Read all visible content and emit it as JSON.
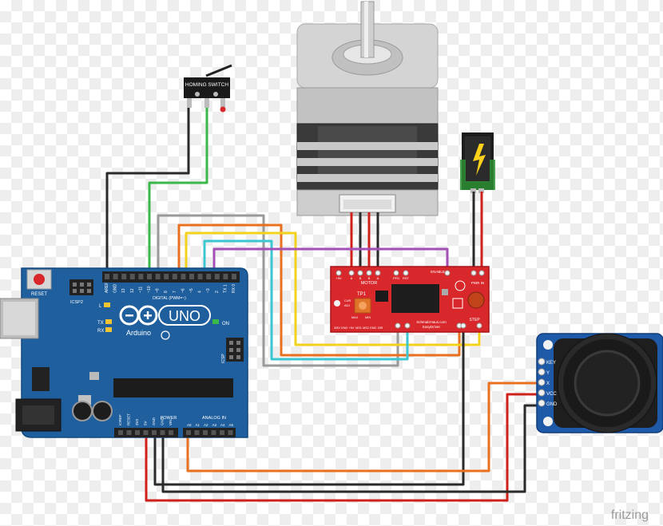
{
  "homing_switch": {
    "label": "HOMING SWITCH"
  },
  "arduino": {
    "brand": "Arduino",
    "model": "UNO",
    "reset_label": "RESET",
    "icsp2_label": "ICSP2",
    "icsp_label": "ICSP",
    "l_label": "L",
    "tx_label": "TX",
    "rx_label": "RX",
    "on_label": "ON",
    "digital_label": "DIGITAL (PWM=~)",
    "power_label": "POWER",
    "analog_label": "ANALOG IN",
    "digital_pins": [
      "AREF",
      "GND",
      "13",
      "12",
      "~11",
      "~10",
      "~9",
      "8",
      "7",
      "~6",
      "~5",
      "4",
      "~3",
      "2",
      "TX 1",
      "RX 0"
    ],
    "power_pins": [
      "IOREF",
      "RESET",
      "3V3",
      "5V",
      "GND",
      "GND",
      "VIN"
    ],
    "analog_pins": [
      "A0",
      "A1",
      "A2",
      "A3",
      "A4",
      "A5"
    ]
  },
  "driver": {
    "motor_label": "MOTOR",
    "tp1_label": "TP1",
    "enable_label": "ENABLE",
    "pwr_label": "PWR IN",
    "step_label": "STEP",
    "credit_line1": "SchmalzHaus.com",
    "credit_line2": "EasyDriver",
    "pins_top": [
      "+5V",
      "A",
      "B",
      "B",
      "A",
      "PFD",
      "RST"
    ],
    "pins_bottom": [
      "3/5V",
      "GND",
      "+5V",
      "MS1",
      "MS2",
      "GND",
      "DIR"
    ],
    "pot_labels": [
      "CUR",
      "ADJ",
      "MAX",
      "MIN"
    ]
  },
  "joystick": {
    "pins": [
      "KEY",
      "Y",
      "X",
      "VCC",
      "GND"
    ]
  },
  "watermark": "fritzing",
  "colors": {
    "board_blue": "#1f5f9e",
    "driver_red": "#d8282c",
    "wire_black": "#2a2a2a",
    "wire_green": "#3cb84a",
    "wire_gray": "#9a9a9a",
    "wire_orange": "#e8701e",
    "wire_yellow": "#f2d21c",
    "wire_cyan": "#3cc6d2",
    "wire_purple": "#a34fb5",
    "wire_red": "#d0201c"
  }
}
